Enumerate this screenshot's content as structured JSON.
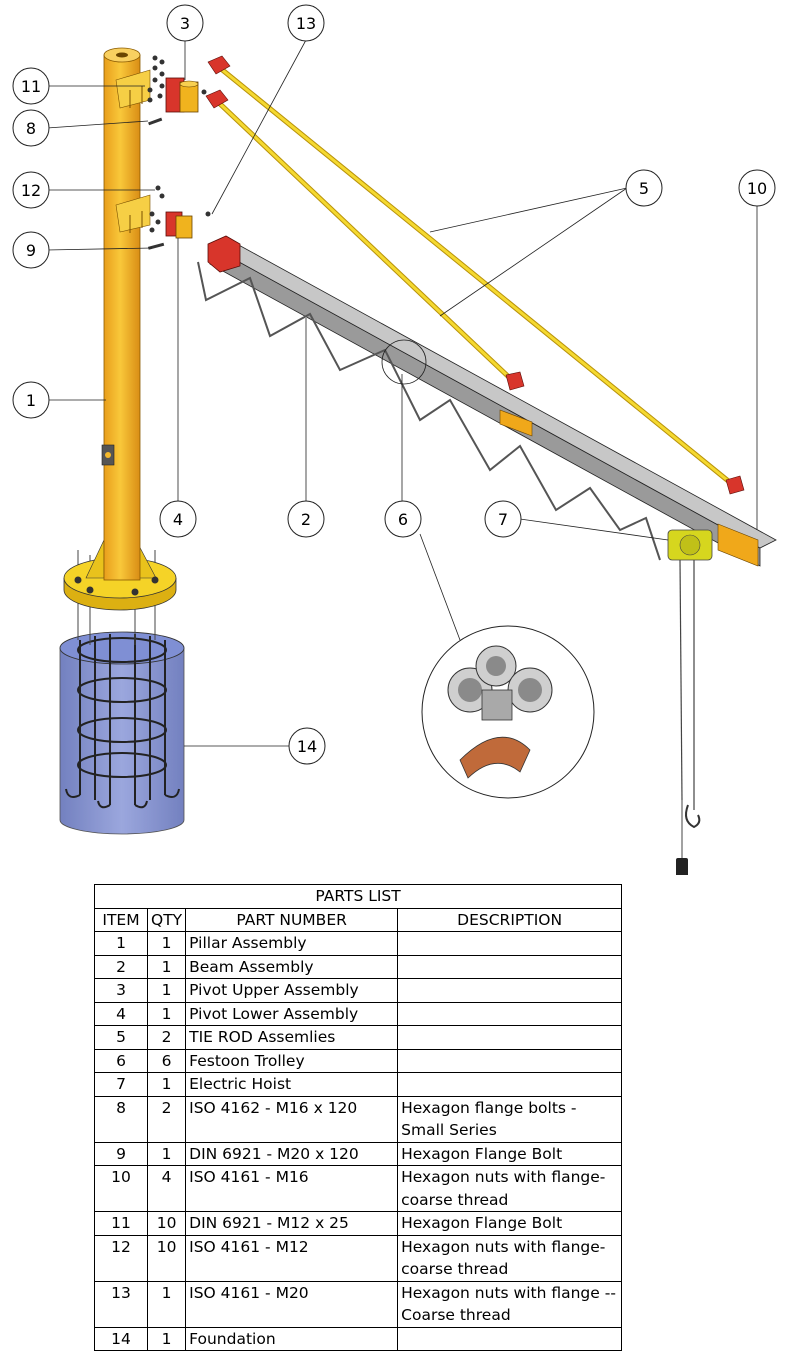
{
  "callouts": [
    "1",
    "2",
    "3",
    "4",
    "5",
    "6",
    "7",
    "8",
    "9",
    "10",
    "11",
    "12",
    "13",
    "14"
  ],
  "parts_list": {
    "title": "PARTS LIST",
    "headers": [
      "ITEM",
      "QTY",
      "PART NUMBER",
      "DESCRIPTION"
    ],
    "rows": [
      {
        "item": "1",
        "qty": "1",
        "part": "Pillar Assembly",
        "desc": ""
      },
      {
        "item": "2",
        "qty": "1",
        "part": "Beam Assembly",
        "desc": ""
      },
      {
        "item": "3",
        "qty": "1",
        "part": "Pivot Upper Assembly",
        "desc": ""
      },
      {
        "item": "4",
        "qty": "1",
        "part": "Pivot Lower Assembly",
        "desc": ""
      },
      {
        "item": "5",
        "qty": "2",
        "part": "TIE ROD Assemlies",
        "desc": ""
      },
      {
        "item": "6",
        "qty": "6",
        "part": "Festoon Trolley",
        "desc": ""
      },
      {
        "item": "7",
        "qty": "1",
        "part": "Electric Hoist",
        "desc": ""
      },
      {
        "item": "8",
        "qty": "2",
        "part": "ISO 4162 - M16 x 120",
        "desc": "Hexagon flange bolts - Small Series"
      },
      {
        "item": "9",
        "qty": "1",
        "part": "DIN 6921 - M20 x 120",
        "desc": "Hexagon Flange Bolt"
      },
      {
        "item": "10",
        "qty": "4",
        "part": "ISO 4161 - M16",
        "desc": "Hexagon nuts with flange-coarse thread"
      },
      {
        "item": "11",
        "qty": "10",
        "part": "DIN 6921 - M12 x 25",
        "desc": "Hexagon Flange Bolt"
      },
      {
        "item": "12",
        "qty": "10",
        "part": "ISO 4161 - M12",
        "desc": "Hexagon nuts with flange-coarse thread"
      },
      {
        "item": "13",
        "qty": "1",
        "part": "ISO 4161 - M20",
        "desc": "Hexagon nuts with flange -- Coarse thread"
      },
      {
        "item": "14",
        "qty": "1",
        "part": "Foundation",
        "desc": ""
      }
    ]
  },
  "colors": {
    "pillar": "#f4b82a",
    "pillar_shade": "#d9951a",
    "beam": "#8c8c8c",
    "tie_rod": "#f2d21c",
    "pivot": "#d8352b",
    "foundation": "#6f7fc8",
    "hoist": "#d6d61e",
    "festoon": "#a8a8a8"
  }
}
